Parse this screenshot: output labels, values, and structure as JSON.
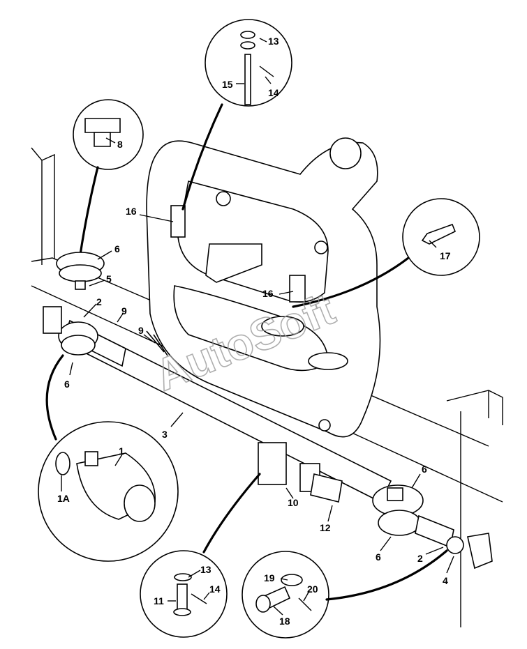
{
  "watermark": "AutoSoft",
  "callouts": {
    "c1": "1",
    "c1a": "1A",
    "c2a": "2",
    "c2b": "2",
    "c3": "3",
    "c4": "4",
    "c5": "5",
    "c6a": "6",
    "c6b": "6",
    "c6c": "6",
    "c6d": "6",
    "c8": "8",
    "c9a": "9",
    "c9b": "9",
    "c10": "10",
    "c11": "11",
    "c12": "12",
    "c13a": "13",
    "c13b": "13",
    "c14a": "14",
    "c14b": "14",
    "c15": "15",
    "c16a": "16",
    "c16b": "16",
    "c17": "17",
    "c18": "18",
    "c19": "19",
    "c20": "20"
  }
}
